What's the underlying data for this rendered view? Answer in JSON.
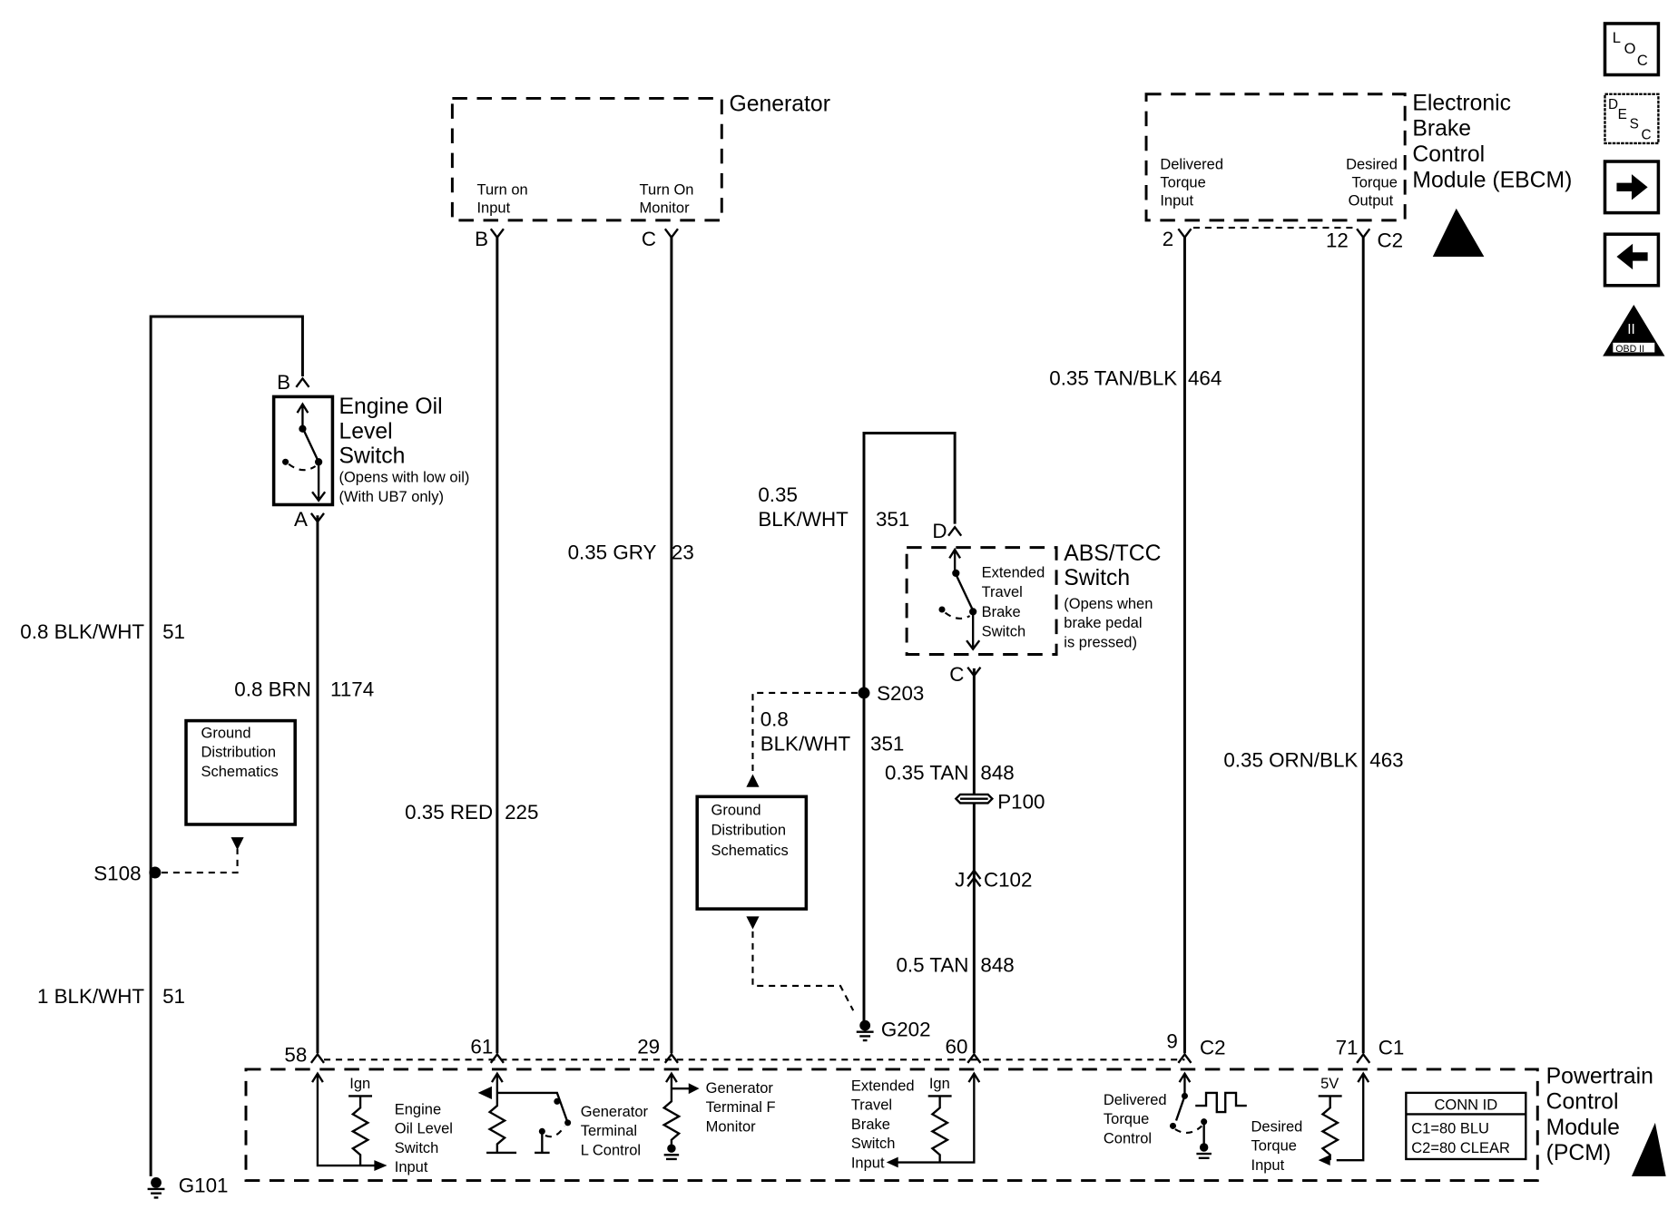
{
  "diagram": {
    "title": "PCM wiring schematic - Generator, Engine Oil Level Switch, ABS/TCC Switch, EBCM torque signals",
    "components": {
      "generator": {
        "name": "Generator",
        "pins": [
          {
            "pin": "B",
            "label_l1": "Turn on",
            "label_l2": "Input"
          },
          {
            "pin": "C",
            "label_l1": "Turn On",
            "label_l2": "Monitor"
          }
        ]
      },
      "ebcm": {
        "name_lines": [
          "Electronic",
          "Brake",
          "Control",
          "Module (EBCM)"
        ],
        "pins": [
          {
            "pin": "2",
            "label_lines": [
              "Delivered",
              "Torque",
              "Input"
            ]
          },
          {
            "pin": "12",
            "connector": "C2",
            "label_lines": [
              "Desired",
              "Torque",
              "Output"
            ]
          }
        ]
      },
      "oil_switch": {
        "name_lines": [
          "Engine Oil",
          "Level",
          "Switch"
        ],
        "notes": [
          "(Opens with low oil)",
          "(With UB7 only)"
        ],
        "pin_top": "B",
        "pin_bottom": "A"
      },
      "abs_tcc": {
        "name_lines": [
          "ABS/TCC",
          "Switch"
        ],
        "notes": [
          "(Opens when",
          "brake pedal",
          "is pressed)"
        ],
        "inner_lines": [
          "Extended",
          "Travel",
          "Brake",
          "Switch"
        ],
        "pin_top": "D",
        "pin_bottom": "C"
      },
      "ground_dist_1": {
        "lines": [
          "Ground",
          "Distribution",
          "Schematics"
        ]
      },
      "ground_dist_2": {
        "lines": [
          "Ground",
          "Distribution",
          "Schematics"
        ]
      },
      "pcm": {
        "name_lines": [
          "Powertrain",
          "Control",
          "Module",
          "(PCM)"
        ],
        "pins": [
          "58",
          "61",
          "29",
          "60",
          "9",
          "71"
        ],
        "pin_connectors": {
          "9": "C2",
          "71": "C1"
        },
        "circuits": {
          "oil": {
            "ign": "Ign",
            "lines": [
              "Engine",
              "Oil Level",
              "Switch",
              "Input"
            ]
          },
          "gen_l": {
            "lines": [
              "Generator",
              "Terminal",
              "L Control"
            ]
          },
          "gen_f": {
            "lines": [
              "Generator",
              "Terminal F",
              "Monitor"
            ]
          },
          "brake": {
            "ign": "Ign",
            "lines": [
              "Extended",
              "Travel",
              "Brake",
              "Switch",
              "Input"
            ]
          },
          "delivered": {
            "lines": [
              "Delivered",
              "Torque",
              "Control"
            ]
          },
          "desired": {
            "v": "5V",
            "lines": [
              "Desired",
              "Torque",
              "Input"
            ]
          }
        },
        "conn_id": {
          "title": "CONN ID",
          "c1": "C1=80 BLU",
          "c2": "C2=80 CLEAR"
        }
      }
    },
    "wires": [
      {
        "gauge_color": "0.8 BLK/WHT",
        "circuit": "51"
      },
      {
        "gauge_color": "1 BLK/WHT",
        "circuit": "51"
      },
      {
        "gauge_color": "0.8 BRN",
        "circuit": "1174"
      },
      {
        "gauge_color": "0.35 RED",
        "circuit": "225"
      },
      {
        "gauge_color": "0.35 GRY",
        "circuit": "23"
      },
      {
        "gauge_color_l1": "0.35",
        "gauge_color_l2": "BLK/WHT",
        "circuit": "351"
      },
      {
        "gauge_color_l1": "0.8",
        "gauge_color_l2": "BLK/WHT",
        "circuit": "351"
      },
      {
        "gauge_color": "0.35 TAN",
        "circuit": "848"
      },
      {
        "gauge_color": "0.5 TAN",
        "circuit": "848"
      },
      {
        "gauge_color": "0.35 TAN/BLK",
        "circuit": "464"
      },
      {
        "gauge_color": "0.35 ORN/BLK",
        "circuit": "463"
      }
    ],
    "splices": [
      "S108",
      "S203"
    ],
    "grounds": [
      "G101",
      "G202"
    ],
    "connectors": {
      "p100": "P100",
      "c102": "C102",
      "c102_pin": "J"
    },
    "nav": [
      {
        "icon": "loc-icon",
        "glyphs": [
          "L",
          "O",
          "C"
        ]
      },
      {
        "icon": "desc-icon",
        "glyphs": [
          "D",
          "E",
          "S",
          "C"
        ]
      },
      {
        "icon": "arrow-right-icon"
      },
      {
        "icon": "arrow-left-icon"
      },
      {
        "icon": "obd-ii-icon",
        "text_top": "II",
        "text_bottom": "OBD II"
      }
    ]
  }
}
